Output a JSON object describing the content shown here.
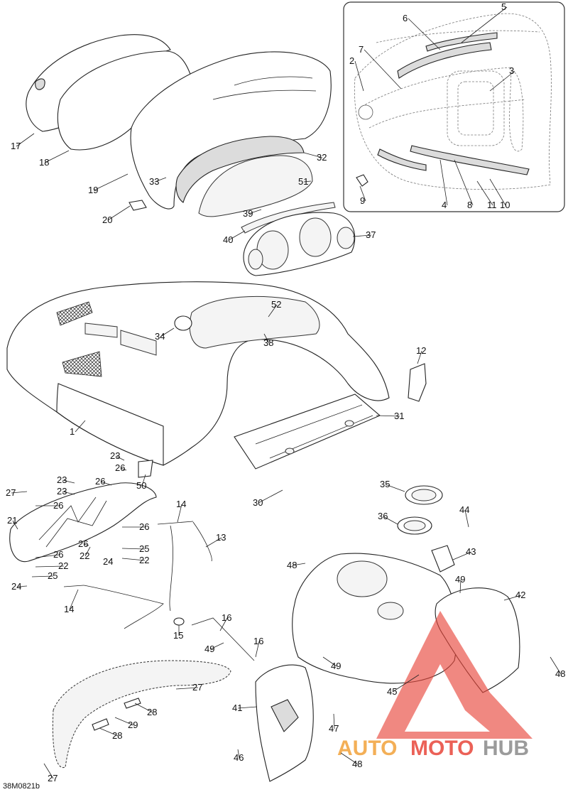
{
  "figure_id": "38M0821b",
  "callouts": [
    {
      "label": "1"
    },
    {
      "label": "2"
    },
    {
      "label": "3"
    },
    {
      "label": "4"
    },
    {
      "label": "5"
    },
    {
      "label": "6"
    },
    {
      "label": "7"
    },
    {
      "label": "8"
    },
    {
      "label": "9"
    },
    {
      "label": "10"
    },
    {
      "label": "11"
    },
    {
      "label": "12"
    },
    {
      "label": "13"
    },
    {
      "label": "14"
    },
    {
      "label": "14"
    },
    {
      "label": "15"
    },
    {
      "label": "16"
    },
    {
      "label": "16"
    },
    {
      "label": "17"
    },
    {
      "label": "18"
    },
    {
      "label": "19"
    },
    {
      "label": "20"
    },
    {
      "label": "21"
    },
    {
      "label": "22"
    },
    {
      "label": "22"
    },
    {
      "label": "22"
    },
    {
      "label": "23"
    },
    {
      "label": "23"
    },
    {
      "label": "23"
    },
    {
      "label": "24"
    },
    {
      "label": "24"
    },
    {
      "label": "25"
    },
    {
      "label": "25"
    },
    {
      "label": "26"
    },
    {
      "label": "26"
    },
    {
      "label": "26"
    },
    {
      "label": "26"
    },
    {
      "label": "26"
    },
    {
      "label": "26"
    },
    {
      "label": "27"
    },
    {
      "label": "27"
    },
    {
      "label": "27"
    },
    {
      "label": "28"
    },
    {
      "label": "28"
    },
    {
      "label": "29"
    },
    {
      "label": "30"
    },
    {
      "label": "31"
    },
    {
      "label": "32"
    },
    {
      "label": "33"
    },
    {
      "label": "34"
    },
    {
      "label": "35"
    },
    {
      "label": "36"
    },
    {
      "label": "37"
    },
    {
      "label": "38"
    },
    {
      "label": "39"
    },
    {
      "label": "40"
    },
    {
      "label": "41"
    },
    {
      "label": "42"
    },
    {
      "label": "43"
    },
    {
      "label": "44"
    },
    {
      "label": "45"
    },
    {
      "label": "46"
    },
    {
      "label": "47"
    },
    {
      "label": "48"
    },
    {
      "label": "48"
    },
    {
      "label": "48"
    },
    {
      "label": "49"
    },
    {
      "label": "49"
    },
    {
      "label": "49"
    },
    {
      "label": "50"
    },
    {
      "label": "51"
    },
    {
      "label": "52"
    }
  ],
  "watermark": {
    "part1": "AUTO",
    "part2": "MOTO",
    "part3": "HUB",
    "color_red": "#e8463a",
    "color_orange": "#f2a23a",
    "color_gray": "#8a8a8a"
  }
}
